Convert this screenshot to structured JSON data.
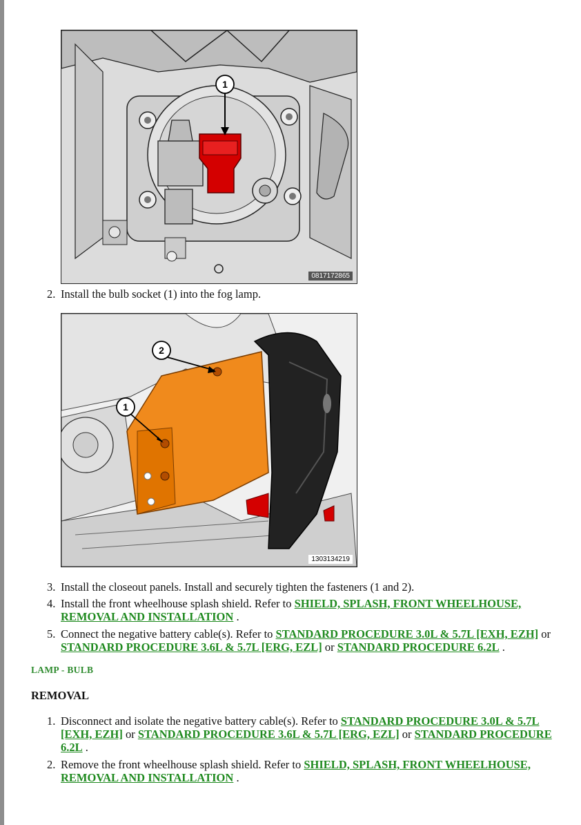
{
  "figure1": {
    "id_label": "0817172865",
    "callout": "1"
  },
  "steps_install": [
    {
      "num": "2.",
      "text": "Install the bulb socket (1) into the fog lamp."
    }
  ],
  "figure2": {
    "id_label": "1303134219",
    "callouts": [
      "1",
      "2"
    ]
  },
  "steps_install_2": {
    "s3": {
      "num": "3.",
      "text": "Install the closeout panels. Install and securely tighten the fasteners (1 and 2)."
    },
    "s4": {
      "num": "4.",
      "pre": "Install the front wheelhouse splash shield. Refer to ",
      "link": "SHIELD, SPLASH, FRONT WHEELHOUSE, REMOVAL AND INSTALLATION",
      "post": " ."
    },
    "s5": {
      "num": "5.",
      "pre": "Connect the negative battery cable(s). Refer to ",
      "link1": "STANDARD PROCEDURE 3.0L & 5.7L [EXH, EZH]",
      "mid1": " or ",
      "link2": "STANDARD PROCEDURE 3.6L & 5.7L [ERG, EZL]",
      "mid2": " or ",
      "link3": "STANDARD PROCEDURE 6.2L",
      "post": " ."
    }
  },
  "section": {
    "title": "LAMP - BULB",
    "subtitle": "REMOVAL"
  },
  "steps_removal": {
    "s1": {
      "num": "1.",
      "pre": "Disconnect and isolate the negative battery cable(s). Refer to ",
      "link1": "STANDARD PROCEDURE 3.0L & 5.7L [EXH, EZH]",
      "mid1": " or ",
      "link2": "STANDARD PROCEDURE 3.6L & 5.7L [ERG, EZL]",
      "mid2": " or ",
      "link3": "STANDARD PROCEDURE 6.2L",
      "post": " ."
    },
    "s2": {
      "num": "2.",
      "pre": "Remove the front wheelhouse splash shield. Refer to ",
      "link": "SHIELD, SPLASH, FRONT WHEELHOUSE, REMOVAL AND INSTALLATION",
      "post": " ."
    }
  },
  "colors": {
    "link": "#1f8a1f",
    "section": "#2e8b2e",
    "highlight_red": "#d40000",
    "highlight_orange": "#f08a1c"
  }
}
